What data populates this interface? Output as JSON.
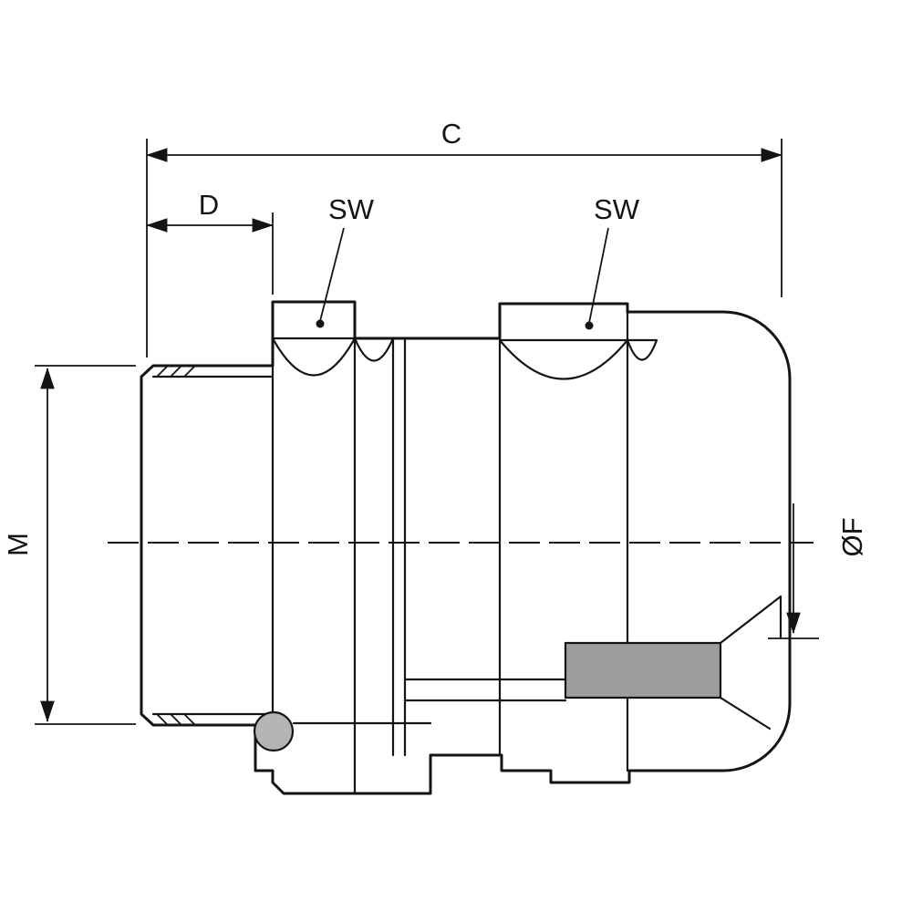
{
  "figure": {
    "dimension_labels": {
      "overall_length": "C",
      "thread_length": "D",
      "wrench_size_front": "SW",
      "wrench_size_back": "SW",
      "thread_diameter": "M",
      "inner_diameter": "ØF"
    },
    "colors": {
      "line": "#141414",
      "seal_gray": "#9c9c9c",
      "oring_gray": "#b5b5b5",
      "background": "#ffffff"
    }
  }
}
